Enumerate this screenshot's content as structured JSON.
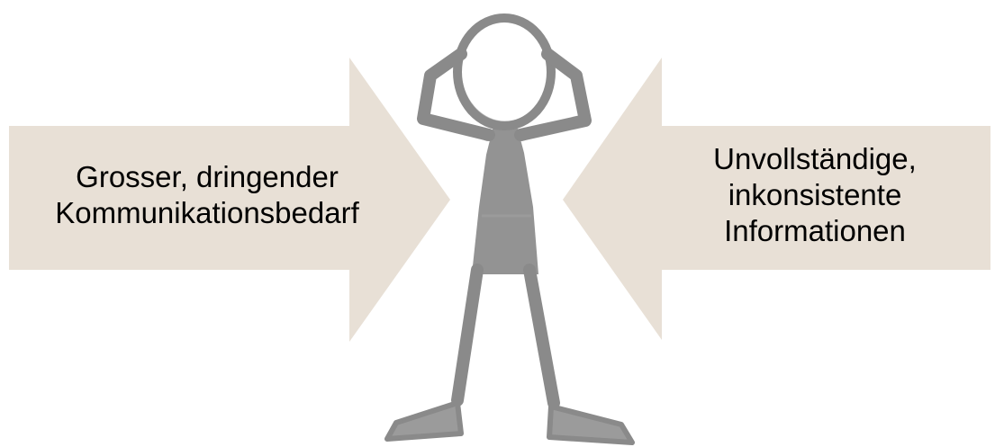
{
  "diagram": {
    "left_arrow": {
      "lines": [
        "Grosser, dringender",
        "Kommunikationsbedarf"
      ],
      "fill_color": "#e8e0d6"
    },
    "right_arrow": {
      "lines": [
        "Unvollständige,",
        "inkonsistente",
        "Informationen"
      ],
      "fill_color": "#e8e0d6"
    },
    "figure": {
      "icon": "stressed-stick-figure-hands-on-head",
      "stroke_color": "#8a8a8a"
    }
  }
}
